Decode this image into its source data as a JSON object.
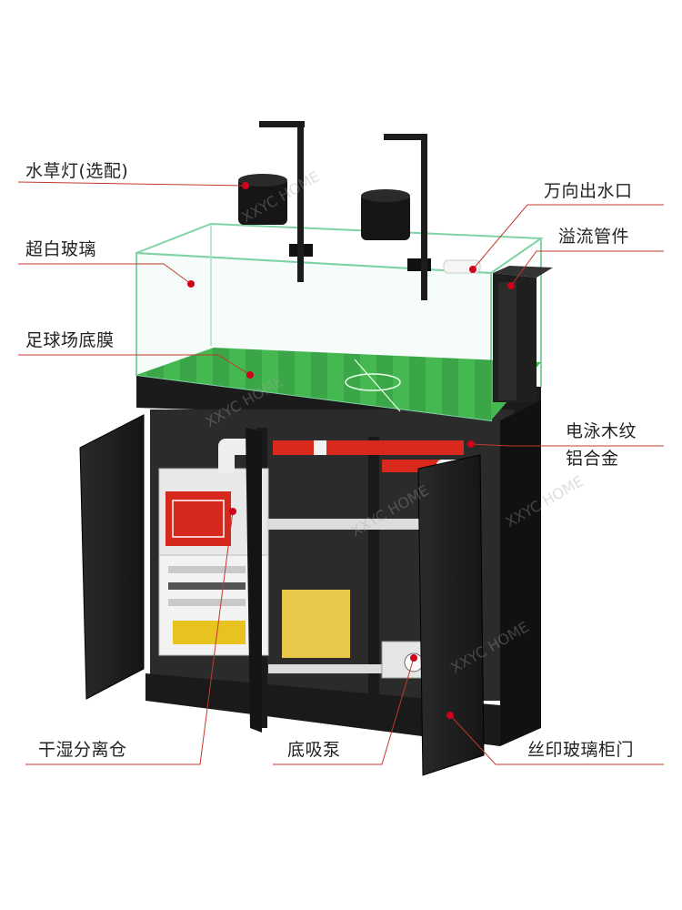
{
  "callouts": {
    "plant_light": "水草灯(选配)",
    "ultra_clear_glass": "超白玻璃",
    "football_film": "足球场底膜",
    "universal_outlet": "万向出水口",
    "overflow_pipe": "溢流管件",
    "aluminum_line1": "电泳木纹",
    "aluminum_line2": "铝合金",
    "dry_wet_chamber": "干湿分离仓",
    "bottom_pump": "底吸泵",
    "printed_glass_door": "丝印玻璃柜门"
  },
  "watermark": "XXYC HOME",
  "colors": {
    "leader_line": "#c0392b",
    "dot": "#d0021b",
    "cabinet": "#1e1e1e",
    "turf": "#3db34a",
    "pipe_red": "#d9291c"
  }
}
